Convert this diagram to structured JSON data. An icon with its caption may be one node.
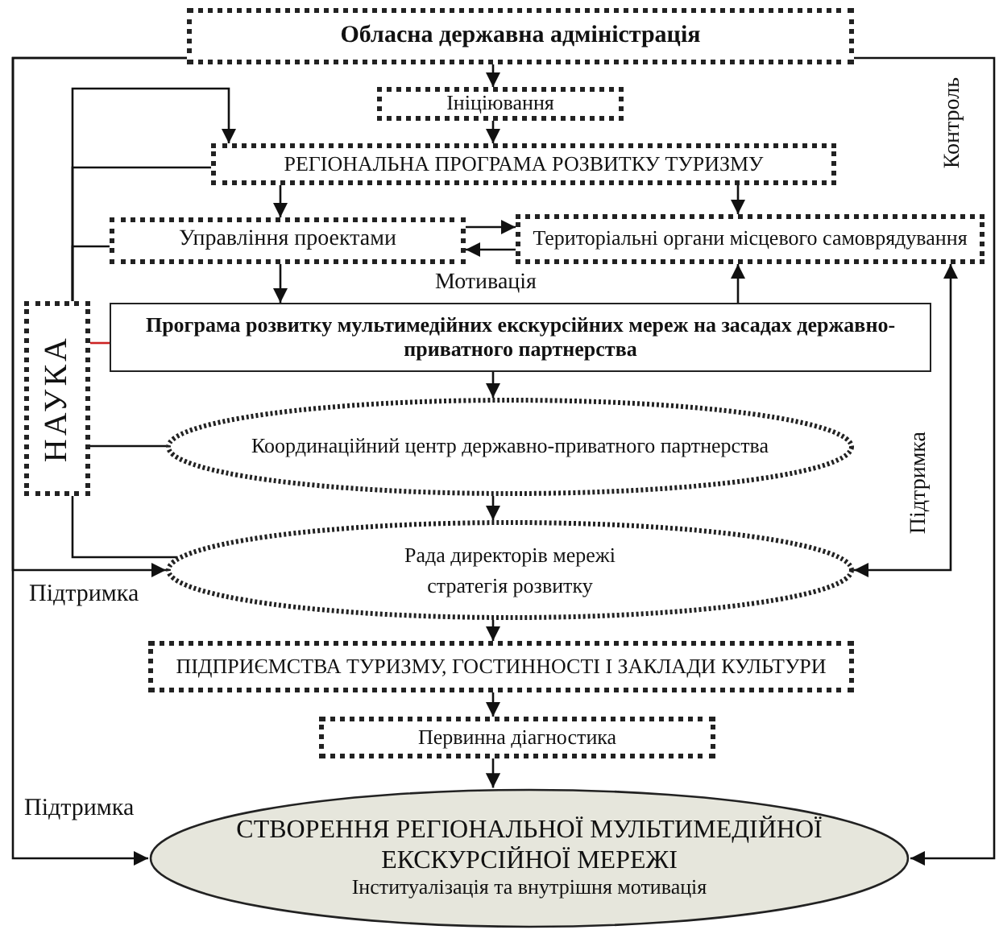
{
  "diagram": {
    "nodes": [
      {
        "text": [
          "Обласна державна адміністрація"
        ]
      },
      {
        "text": [
          "Ініціювання"
        ]
      },
      {
        "text": [
          "РЕГІОНАЛЬНА ПРОГРАМА РОЗВИТКУ ТУРИЗМУ"
        ]
      },
      {
        "text": [
          "Управління проектами"
        ]
      },
      {
        "text": [
          "Територіальні органи місцевого самоврядування"
        ]
      },
      {
        "text": [
          "Програма розвитку мультимедійних екскурсійних мереж на засадах державно-приватного партнерства"
        ]
      },
      {
        "text": [
          "НАУКА"
        ]
      },
      {
        "text": [
          "Координаційний центр державно-приватного партнерства"
        ]
      },
      {
        "text": [
          "Рада директорів мережі",
          "стратегія розвитку"
        ]
      },
      {
        "text": [
          "ПІДПРИЄМСТВА ТУРИЗМУ, ГОСТИННОСТІ І ЗАКЛАДИ КУЛЬТУРИ"
        ]
      },
      {
        "text": [
          "Первинна діагностика"
        ]
      },
      {
        "text": [
          "СТВОРЕННЯ РЕГІОНАЛЬНОЇ МУЛЬТИМЕДІЙНОЇ ЕКСКУРСІЙНОЇ МЕРЕЖІ",
          "Інституалізація та внутрішня мотивація"
        ]
      }
    ],
    "edges": [
      {
        "from": 0,
        "to": 1,
        "arrow": "to"
      },
      {
        "from": 1,
        "to": 2,
        "arrow": "to"
      },
      {
        "from": 2,
        "to": 3,
        "arrow": "to"
      },
      {
        "from": 2,
        "to": 4,
        "arrow": "to"
      },
      {
        "from": 3,
        "to": 4,
        "arrow": "to"
      },
      {
        "from": 4,
        "to": 3,
        "arrow": "to"
      },
      {
        "from": 3,
        "to": 5,
        "arrow": "to"
      },
      {
        "from": 5,
        "to": 4,
        "arrow": "to"
      },
      {
        "from": 5,
        "to": 7,
        "arrow": "to"
      },
      {
        "from": 7,
        "to": 8,
        "arrow": "to"
      },
      {
        "from": 8,
        "to": 9,
        "arrow": "to"
      },
      {
        "from": 9,
        "to": 10,
        "arrow": "to"
      },
      {
        "from": 10,
        "to": 11,
        "arrow": "to"
      },
      {
        "from": 0,
        "to": 8,
        "arrow": "to",
        "label": "Підтримка"
      },
      {
        "from": 0,
        "to": 11,
        "arrow": "to",
        "label": "Підтримка"
      },
      {
        "from": 0,
        "to": 11,
        "arrow": "to",
        "label": "Контроль"
      },
      {
        "from": 8,
        "to": 4,
        "arrow": "both",
        "label": "Підтримка"
      },
      {
        "from": 6,
        "to": 2,
        "arrow": "to"
      },
      {
        "from": 6,
        "to": 2,
        "arrow": "none"
      },
      {
        "from": 6,
        "to": 3,
        "arrow": "none"
      },
      {
        "from": 6,
        "to": 5,
        "arrow": "none",
        "color": "#cc2222"
      },
      {
        "from": 6,
        "to": 7,
        "arrow": "none"
      },
      {
        "from": 6,
        "to": 8,
        "arrow": "none"
      }
    ],
    "labels": [
      "Мотивація"
    ]
  }
}
